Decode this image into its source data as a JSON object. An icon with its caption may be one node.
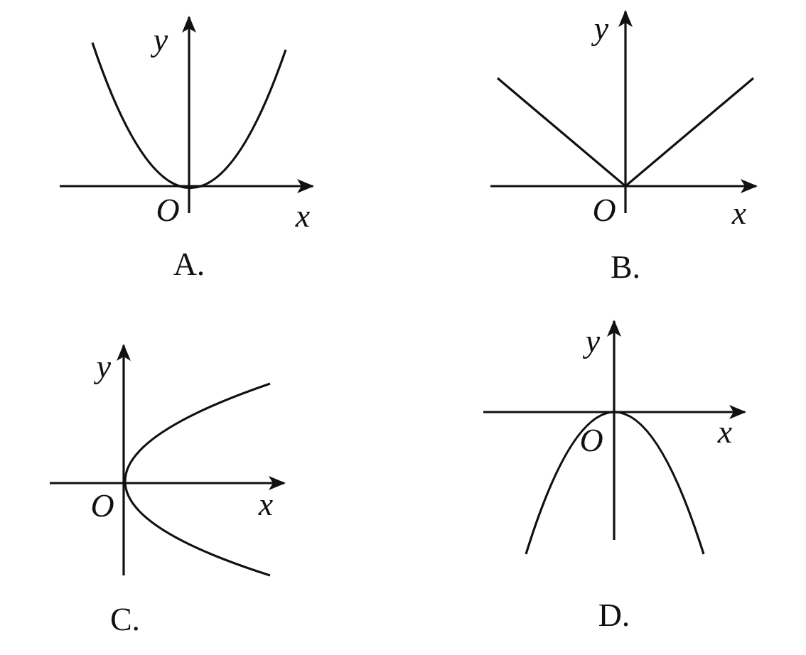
{
  "diagram": {
    "labels": [
      "y",
      "O",
      "x",
      "A.",
      "y",
      "O",
      "x",
      "B.",
      "y",
      "O",
      "x",
      "C.",
      "y",
      "O",
      "x",
      "D."
    ]
  }
}
